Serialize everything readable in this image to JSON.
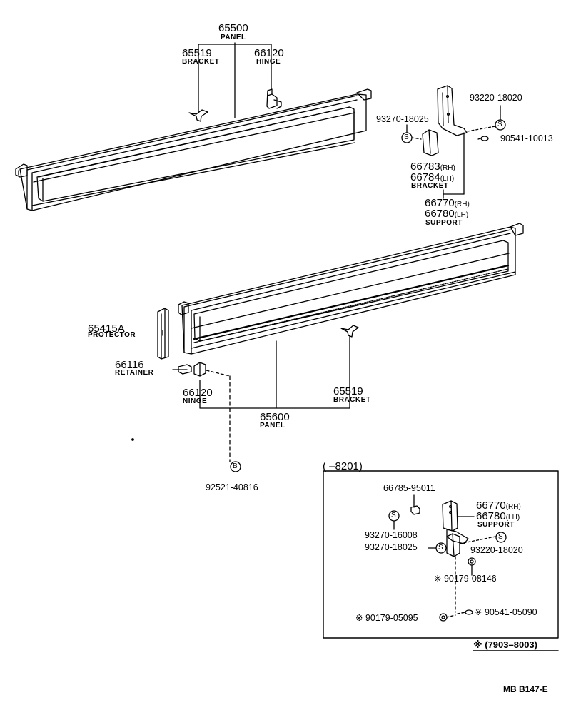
{
  "parts": {
    "panel_upper": {
      "number": "65500",
      "name": "PANEL"
    },
    "bracket_upper": {
      "number": "65519",
      "name": "BRACKET"
    },
    "hinge_upper": {
      "number": "66120",
      "name": "HINGE"
    },
    "bolt_a": "93270-18025",
    "bolt_b": "93220-18020",
    "clip": "90541-10013",
    "bracket_side": {
      "rh": "66783",
      "rh_tag": "(RH)",
      "lh": "66784",
      "lh_tag": "(LH)",
      "name": "BRACKET"
    },
    "support_side": {
      "rh": "66770",
      "rh_tag": "(RH)",
      "lh": "66780",
      "lh_tag": "(LH)",
      "name": "SUPPORT"
    },
    "protector": {
      "number": "65415A",
      "name": "PROTECTOR"
    },
    "retainer": {
      "number": "66116",
      "name": "RETAINER"
    },
    "hinge_lower": {
      "number": "66120",
      "name": "NINGE"
    },
    "panel_lower": {
      "number": "65600",
      "name": "PANEL"
    },
    "bracket_lower": {
      "number": "65519",
      "name": "BRACKET"
    },
    "screw": "92521-40816"
  },
  "inset": {
    "header": "(      –8201)",
    "pin": "66785-95011",
    "support": {
      "rh": "66770",
      "rh_tag": "(RH)",
      "lh": "66780",
      "lh_tag": "(LH)",
      "name": "SUPPORT"
    },
    "bolt_a": "93270-16008",
    "bolt_b": "93270-18025",
    "bolt_c": "93220-18020",
    "nut_a": "※ 90179-08146",
    "nut_b": "※ 90179-05095",
    "clip": "※ 90541-05090",
    "note": "※ (7903–8003)"
  },
  "symbols": {
    "s": "S",
    "b": "B"
  },
  "footer": {
    "code": "MB  B147-E"
  }
}
